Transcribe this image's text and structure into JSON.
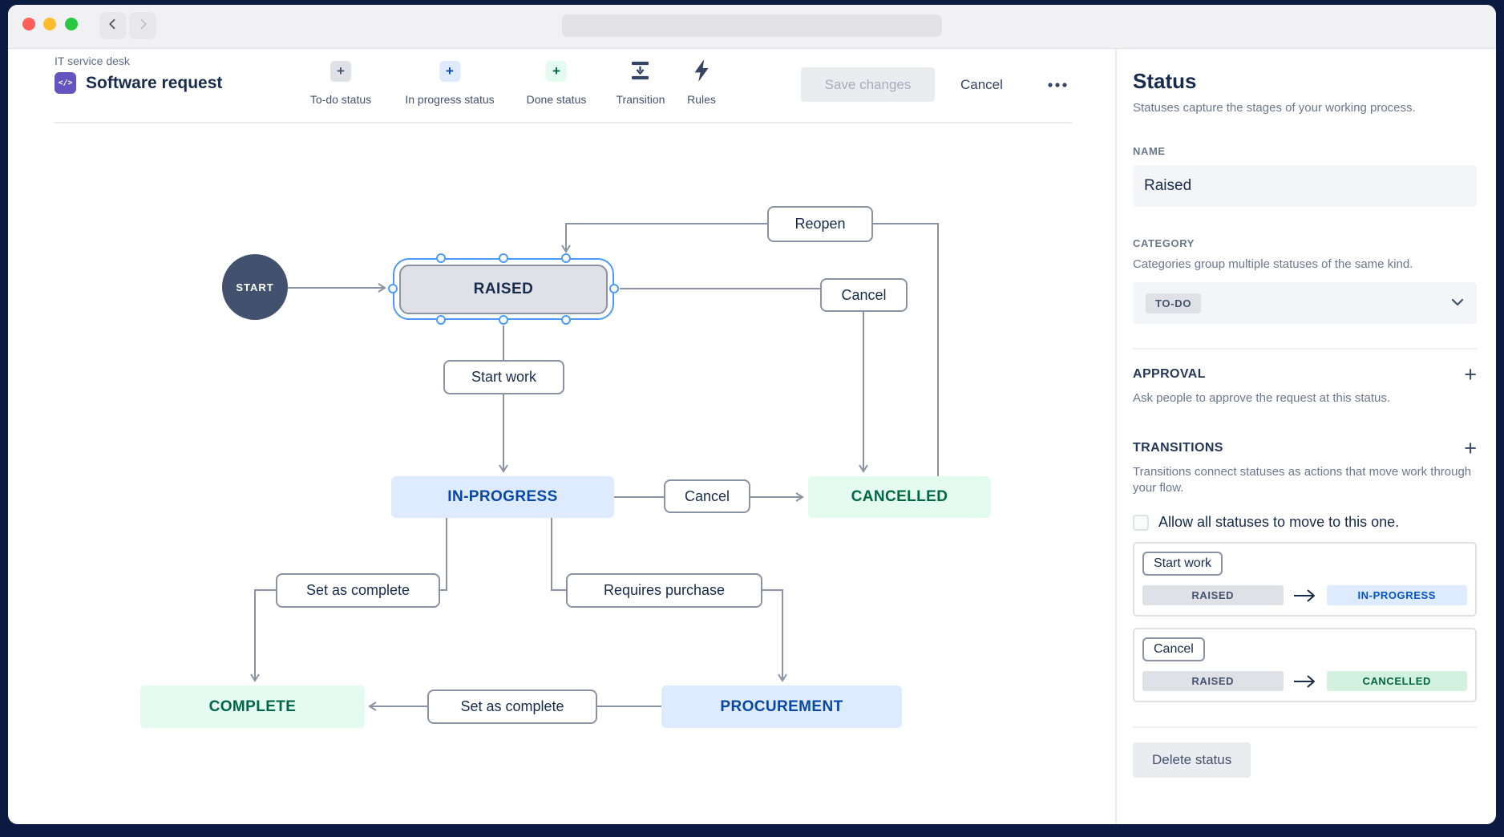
{
  "header": {
    "project": "IT service desk",
    "title": "Software request"
  },
  "toolbar": {
    "items": [
      {
        "label": "To-do status"
      },
      {
        "label": "In progress status"
      },
      {
        "label": "Done status"
      },
      {
        "label": "Transition"
      },
      {
        "label": "Rules"
      }
    ],
    "save_label": "Save changes",
    "cancel_label": "Cancel"
  },
  "canvas": {
    "start_label": "START",
    "statuses": {
      "raised": "RAISED",
      "in_progress": "IN-PROGRESS",
      "cancelled": "CANCELLED",
      "complete": "COMPLETE",
      "procurement": "PROCUREMENT"
    },
    "transitions": {
      "reopen": "Reopen",
      "cancel_to_cancelled": "Cancel",
      "start_work": "Start work",
      "cancel_mid": "Cancel",
      "set_as_complete_left": "Set as complete",
      "requires_purchase": "Requires purchase",
      "set_as_complete_bottom": "Set as complete"
    }
  },
  "sidebar": {
    "title": "Status",
    "subtitle": "Statuses capture the stages of your working process.",
    "name": {
      "label": "NAME",
      "value": "Raised"
    },
    "category": {
      "label": "CATEGORY",
      "description": "Categories group multiple statuses of the same kind.",
      "value": "TO-DO"
    },
    "approval": {
      "label": "APPROVAL",
      "description": "Ask people to approve the request at this status."
    },
    "transitions": {
      "label": "TRANSITIONS",
      "description": "Transitions connect statuses as actions that move work through your flow.",
      "allow_all_label": "Allow all statuses to move to this one.",
      "cards": [
        {
          "action": "Start work",
          "from": "RAISED",
          "to": "IN-PROGRESS"
        },
        {
          "action": "Cancel",
          "from": "RAISED",
          "to": "CANCELLED"
        }
      ]
    },
    "delete_label": "Delete status"
  },
  "colors": {
    "accent_purple": "#6554C0",
    "selection_blue": "#4C9AFF",
    "todo_gray_bg": "#DFE1E6",
    "inprogress_blue_bg": "#DEEBFF",
    "inprogress_blue_text": "#0747A6",
    "done_green_bg": "#E3FCEF",
    "done_green_text": "#006644",
    "connector_gray": "#8993A4",
    "window_backdrop": "#0A1A40"
  }
}
